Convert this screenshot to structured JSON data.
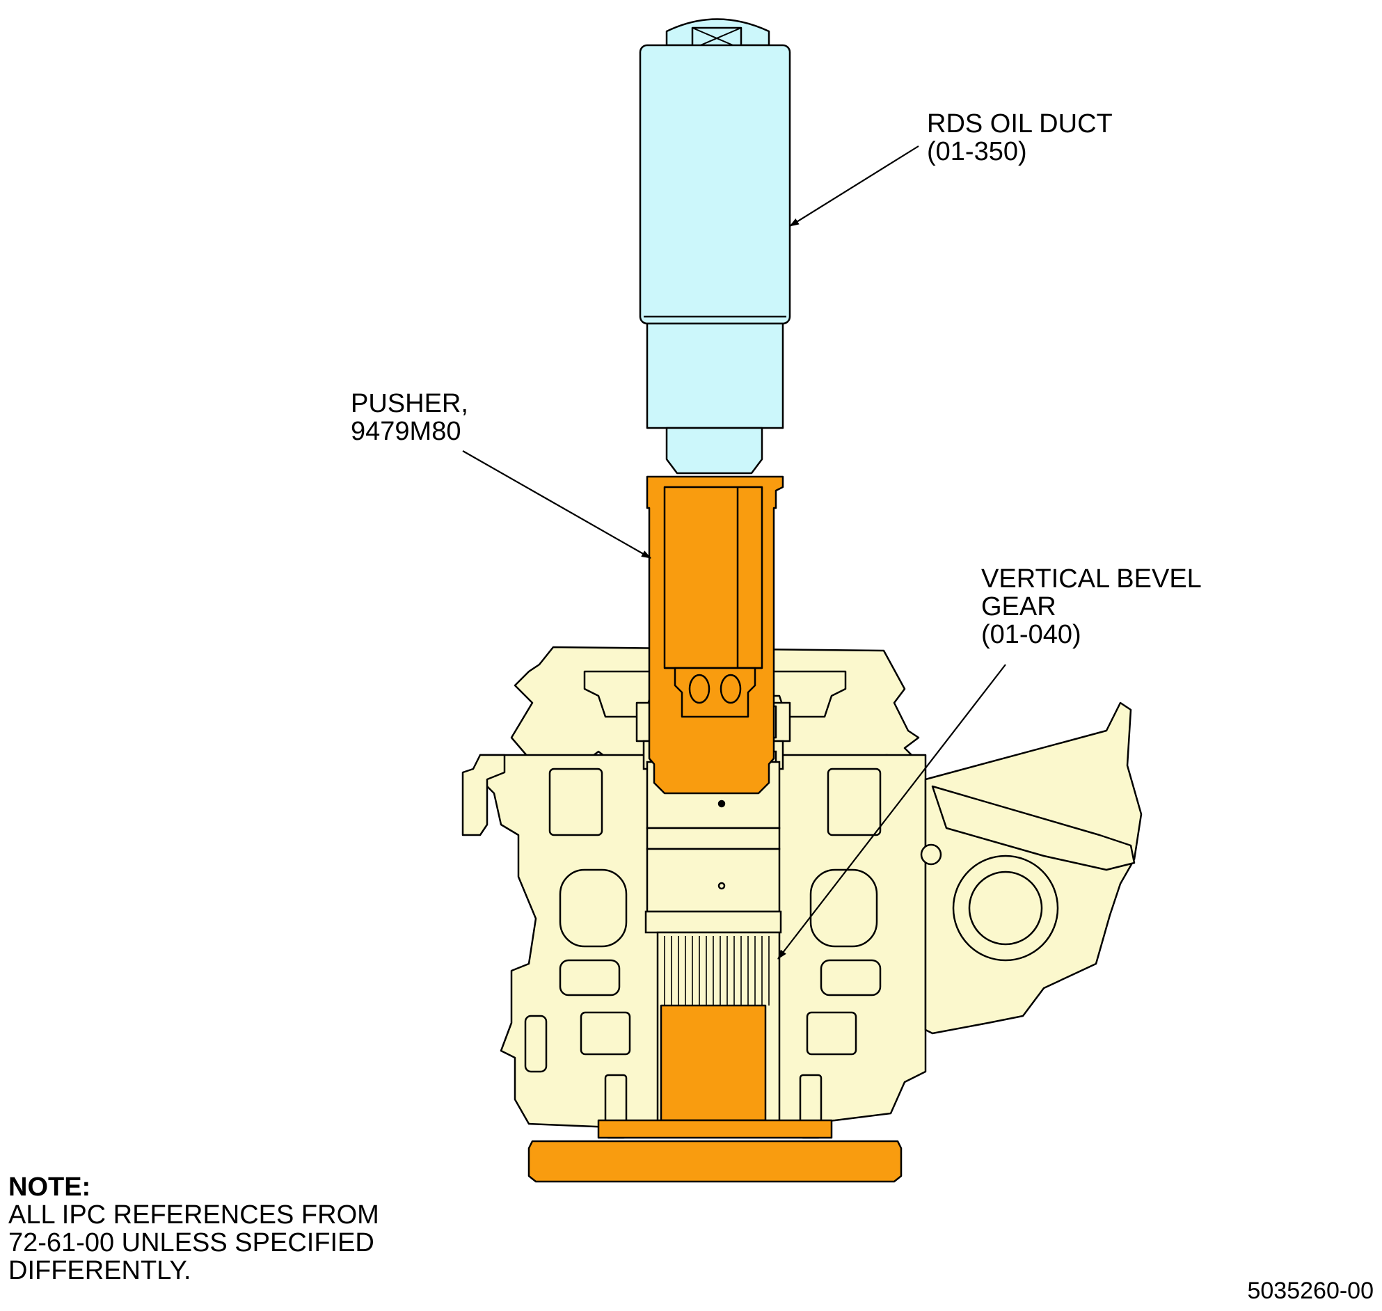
{
  "callouts": {
    "oil_duct": {
      "line1": "RDS OIL DUCT",
      "line2": "(01-350)"
    },
    "pusher": {
      "line1": "PUSHER,",
      "line2": "9479M80"
    },
    "bevel_gear": {
      "line1": "VERTICAL BEVEL",
      "line2": "GEAR",
      "line3": "(01-040)"
    }
  },
  "note": {
    "title": "NOTE:",
    "line1": "ALL IPC REFERENCES FROM",
    "line2": "72-61-00 UNLESS SPECIFIED",
    "line3": "DIFFERENTLY."
  },
  "figure_number": "5035260-00",
  "colors": {
    "oil_duct_fill": "#ccf7fb",
    "pusher_fill": "#f99c0f",
    "housing_fill": "#fbf8cd",
    "outline": "#000000"
  }
}
